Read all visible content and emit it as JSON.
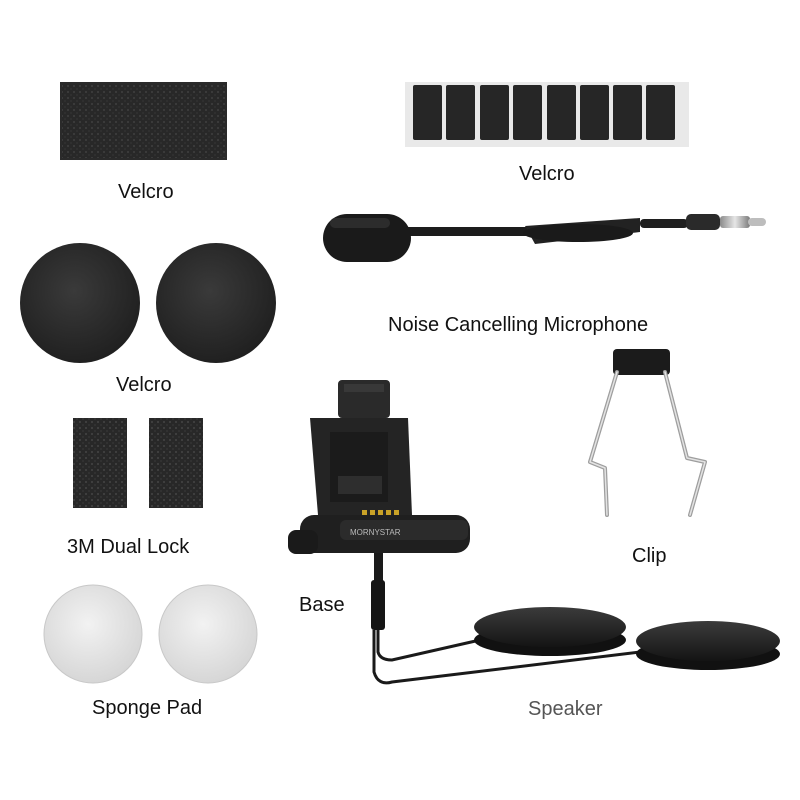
{
  "labels": {
    "velcro_rect": "Velcro",
    "velcro_strip": "Velcro",
    "microphone": "Noise Cancelling Microphone",
    "velcro_round": "Velcro",
    "clip": "Clip",
    "dual_lock": "3M Dual Lock",
    "base": "Base",
    "sponge_pad": "Sponge Pad",
    "speaker": "Speaker"
  },
  "logo_text": "MORNYSTAR"
}
